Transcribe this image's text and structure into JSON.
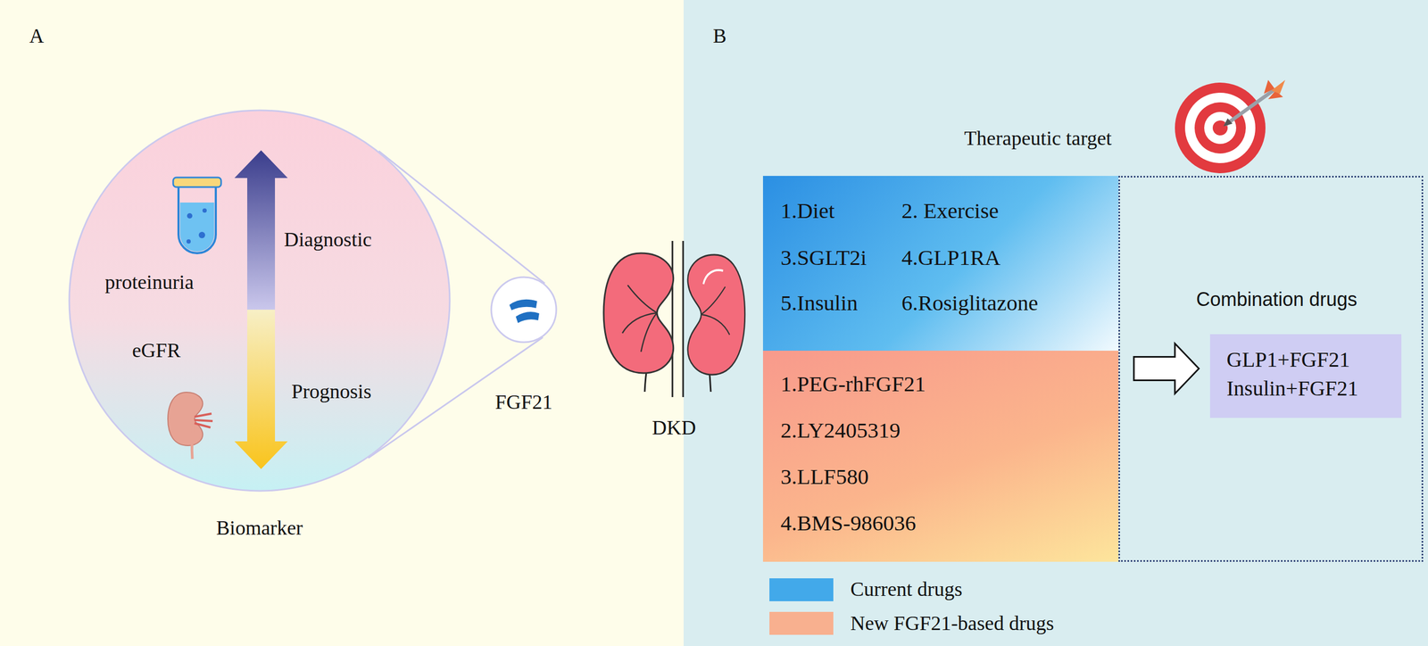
{
  "diagram": {
    "nodes": [
      {
        "text": [
          "Diagnostic",
          "proteinuria",
          "eGFR",
          "Prognosis",
          "Biomarker"
        ]
      },
      {
        "text": [
          "FGF21"
        ]
      },
      {
        "text": [
          "1.Diet",
          "2. Exercise",
          "3.SGLT2i",
          "4.GLP1RA",
          "5.Insulin",
          "6.Rosiglitazone"
        ]
      },
      {
        "text": [
          "1.PEG-rhFGF21",
          "2.LY2405319",
          "3.LLF580",
          "4.BMS-986036"
        ]
      },
      {
        "text": [
          "Combination drugs"
        ]
      },
      {
        "text": [
          "GLP1+FGF21",
          "Insulin+FGF21"
        ],
        "in": 4
      }
    ],
    "edges": [
      {
        "from": 0,
        "to": 1,
        "arrow": "none"
      },
      {
        "from": 3,
        "to": 5,
        "arrow": "to"
      }
    ],
    "labels": [
      "A",
      "B",
      "DKD",
      "Therapeutic target"
    ],
    "legend": [
      {
        "text": "Current drugs",
        "color": "#42a9ea"
      },
      {
        "text": "New FGF21-based drugs",
        "color": "#f8b08f"
      }
    ]
  }
}
